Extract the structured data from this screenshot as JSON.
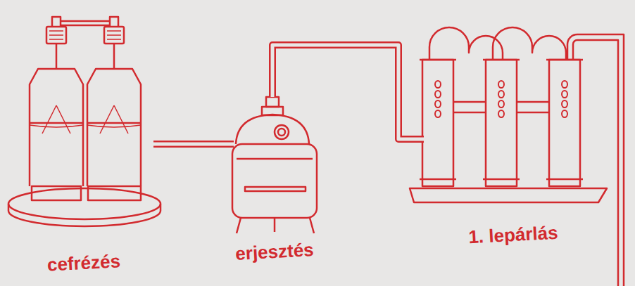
{
  "diagram": {
    "nodes": [
      {
        "text": [
          "cefrézés"
        ]
      },
      {
        "text": [
          "erjesztés"
        ]
      },
      {
        "text": [
          "1. lepárlás"
        ]
      }
    ],
    "edges": [
      {
        "from": 0,
        "to": 1,
        "arrow": "none"
      },
      {
        "from": 1,
        "to": 2,
        "arrow": "none"
      }
    ]
  }
}
